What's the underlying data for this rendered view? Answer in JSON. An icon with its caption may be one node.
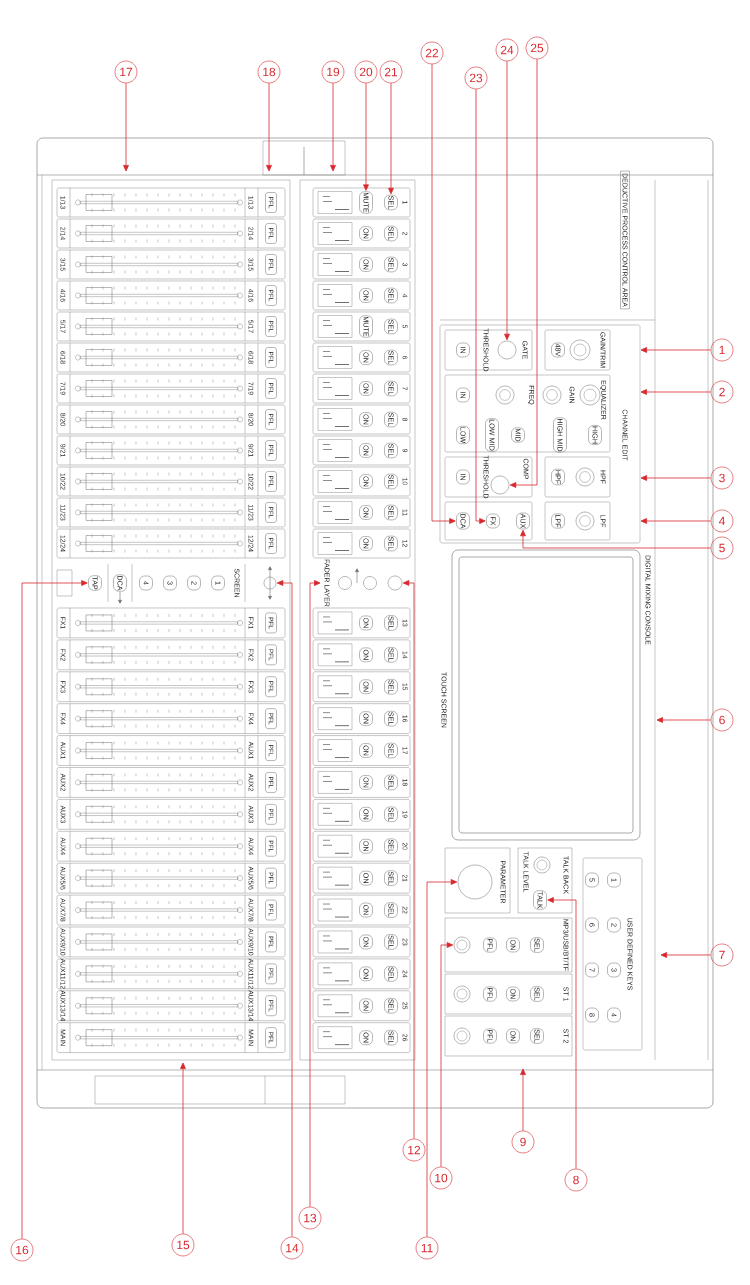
{
  "diagram": {
    "nodes": [
      {
        "text": [
          "1"
        ]
      },
      {
        "text": [
          "2"
        ]
      },
      {
        "text": [
          "3"
        ]
      },
      {
        "text": [
          "4"
        ]
      },
      {
        "text": [
          "5"
        ]
      },
      {
        "text": [
          "6"
        ]
      },
      {
        "text": [
          "7"
        ]
      },
      {
        "text": [
          "8"
        ]
      },
      {
        "text": [
          "9"
        ]
      },
      {
        "text": [
          "10"
        ]
      },
      {
        "text": [
          "11"
        ]
      },
      {
        "text": [
          "12"
        ]
      },
      {
        "text": [
          "13"
        ]
      },
      {
        "text": [
          "14"
        ]
      },
      {
        "text": [
          "15"
        ]
      },
      {
        "text": [
          "16"
        ]
      },
      {
        "text": [
          "17"
        ]
      },
      {
        "text": [
          "18"
        ]
      },
      {
        "text": [
          "19"
        ]
      },
      {
        "text": [
          "20"
        ]
      },
      {
        "text": [
          "21"
        ]
      },
      {
        "text": [
          "22"
        ]
      },
      {
        "text": [
          "23"
        ]
      },
      {
        "text": [
          "24"
        ]
      },
      {
        "text": [
          "25"
        ]
      },
      {
        "text": [
          "TAP"
        ]
      },
      {
        "text": [
          "FADER LAYER"
        ]
      },
      {
        "text": [],
        "shape": "circle"
      },
      {
        "text": [],
        "shape": "circle"
      },
      {
        "text": [
          "DCA"
        ]
      },
      {
        "text": [
          "FX"
        ]
      },
      {
        "text": [
          "AUX"
        ]
      },
      {
        "text": [
          "TALK"
        ]
      },
      {
        "text": [],
        "shape": "circle"
      },
      {
        "text": [],
        "shape": "circle"
      },
      {
        "text": [
          "DCA"
        ]
      },
      {
        "text": [
          "4"
        ]
      },
      {
        "text": [
          "3"
        ]
      },
      {
        "text": [
          "2"
        ]
      },
      {
        "text": [
          "1"
        ]
      },
      {
        "text": [],
        "shape": "circle"
      },
      {
        "text": [],
        "shape": "circle"
      },
      {
        "text": [
          "MUTE"
        ]
      },
      {
        "text": [
          "SEL"
        ]
      },
      {
        "text": [
          "ON"
        ]
      },
      {
        "text": [
          "SEL"
        ]
      },
      {
        "text": [
          "ON"
        ]
      },
      {
        "text": [
          "SEL"
        ]
      },
      {
        "text": [
          "ON"
        ]
      },
      {
        "text": [
          "SEL"
        ]
      },
      {
        "text": [
          "MUTE"
        ]
      },
      {
        "text": [
          "SEL"
        ]
      },
      {
        "text": [
          "ON"
        ]
      },
      {
        "text": [
          "SEL"
        ]
      },
      {
        "text": [
          "ON"
        ]
      },
      {
        "text": [
          "SEL"
        ]
      },
      {
        "text": [
          "ON"
        ]
      },
      {
        "text": [
          "SEL"
        ]
      },
      {
        "text": [
          "ON"
        ]
      },
      {
        "text": [
          "SEL"
        ]
      },
      {
        "text": [
          "ON"
        ]
      },
      {
        "text": [
          "SEL"
        ]
      },
      {
        "text": [
          "ON"
        ]
      },
      {
        "text": [
          "SEL"
        ]
      },
      {
        "text": [
          "ON"
        ]
      },
      {
        "text": [
          "SEL"
        ]
      },
      {
        "text": [
          "ON"
        ]
      },
      {
        "text": [
          "SEL"
        ]
      },
      {
        "text": [
          "ON"
        ]
      },
      {
        "text": [
          "SEL"
        ]
      },
      {
        "text": [
          "ON"
        ]
      },
      {
        "text": [
          "SEL"
        ]
      },
      {
        "text": [
          "ON"
        ]
      },
      {
        "text": [
          "SEL"
        ]
      },
      {
        "text": [
          "ON"
        ]
      },
      {
        "text": [
          "SEL"
        ]
      },
      {
        "text": [
          "ON"
        ]
      },
      {
        "text": [
          "SEL"
        ]
      },
      {
        "text": [
          "ON"
        ]
      },
      {
        "text": [
          "SEL"
        ]
      },
      {
        "text": [
          "ON"
        ]
      },
      {
        "text": [
          "SEL"
        ]
      },
      {
        "text": [
          "ON"
        ]
      },
      {
        "text": [
          "SEL"
        ]
      },
      {
        "text": [
          "ON"
        ]
      },
      {
        "text": [
          "SEL"
        ]
      },
      {
        "text": [
          "ON"
        ]
      },
      {
        "text": [
          "SEL"
        ]
      },
      {
        "text": [
          "ON"
        ]
      },
      {
        "text": [
          "SEL"
        ]
      },
      {
        "text": [
          "ON"
        ]
      },
      {
        "text": [
          "SEL"
        ]
      },
      {
        "text": [
          "ON"
        ]
      },
      {
        "text": [
          "SEL"
        ]
      },
      {
        "text": [
          "IN"
        ]
      },
      {
        "text": [
          "48V"
        ]
      },
      {
        "text": [
          "IN"
        ]
      },
      {
        "text": [
          "LOW"
        ]
      },
      {
        "text": [
          "LOW MID"
        ]
      },
      {
        "text": [
          "MID"
        ]
      },
      {
        "text": [
          "HIGH MID"
        ]
      },
      {
        "text": [
          "HIGH"
        ]
      },
      {
        "text": [
          "IN"
        ]
      },
      {
        "text": [
          "HPF"
        ]
      },
      {
        "text": [
          "LPF"
        ]
      },
      {
        "text": [
          "PFL"
        ]
      },
      {
        "text": [
          "ON"
        ]
      },
      {
        "text": [
          "SEL"
        ]
      },
      {
        "text": [
          "PFL"
        ]
      },
      {
        "text": [
          "ON"
        ]
      },
      {
        "text": [
          "SEL"
        ]
      },
      {
        "text": [
          "PFL"
        ]
      },
      {
        "text": [
          "ON"
        ]
      },
      {
        "text": [
          "SEL"
        ]
      },
      {
        "text": [
          "5"
        ]
      },
      {
        "text": [
          "1"
        ]
      },
      {
        "text": [
          "6"
        ]
      },
      {
        "text": [
          "2"
        ]
      },
      {
        "text": [
          "7"
        ]
      },
      {
        "text": [
          "3"
        ]
      },
      {
        "text": [
          "8"
        ]
      },
      {
        "text": [
          "4"
        ]
      }
    ],
    "edges": [
      {
        "from": 0,
        "to": null,
        "arrow": "to"
      },
      {
        "from": 1,
        "to": null,
        "arrow": "to"
      },
      {
        "from": 2,
        "to": null,
        "arrow": "to"
      },
      {
        "from": 3,
        "to": null,
        "arrow": "to"
      },
      {
        "from": 4,
        "to": 31,
        "arrow": "to"
      },
      {
        "from": 5,
        "to": null,
        "arrow": "to"
      },
      {
        "from": 6,
        "to": null,
        "arrow": "to"
      },
      {
        "from": 7,
        "to": 32,
        "arrow": "to"
      },
      {
        "from": 8,
        "to": null,
        "arrow": "to"
      },
      {
        "from": 9,
        "to": 34,
        "arrow": "to"
      },
      {
        "from": 10,
        "to": 33,
        "arrow": "to"
      },
      {
        "from": 11,
        "to": 27,
        "arrow": "to"
      },
      {
        "from": 12,
        "to": 26,
        "arrow": "to"
      },
      {
        "from": 13,
        "to": 28,
        "arrow": "to"
      },
      {
        "from": 14,
        "to": null,
        "arrow": "to"
      },
      {
        "from": 15,
        "to": 25,
        "arrow": "to"
      },
      {
        "from": 16,
        "to": null,
        "arrow": "to"
      },
      {
        "from": 17,
        "to": null,
        "arrow": "to"
      },
      {
        "from": 18,
        "to": null,
        "arrow": "to"
      },
      {
        "from": 19,
        "to": 42,
        "arrow": "to"
      },
      {
        "from": 20,
        "to": 43,
        "arrow": "to"
      },
      {
        "from": 21,
        "to": 29,
        "arrow": "to"
      },
      {
        "from": 22,
        "to": 30,
        "arrow": "to"
      },
      {
        "from": 23,
        "to": 41,
        "arrow": "to"
      },
      {
        "from": 24,
        "to": 40,
        "arrow": "to"
      }
    ],
    "labels": [
      "1/13",
      "1/13",
      "PFL",
      "2/14",
      "2/14",
      "PFL",
      "3/15",
      "3/15",
      "PFL",
      "4/16",
      "4/16",
      "PFL",
      "5/17",
      "5/17",
      "PFL",
      "6/18",
      "6/18",
      "PFL",
      "7/19",
      "7/19",
      "PFL",
      "8/20",
      "8/20",
      "PFL",
      "9/21",
      "9/21",
      "PFL",
      "10/22",
      "10/22",
      "PFL",
      "11/23",
      "11/23",
      "PFL",
      "12/24",
      "12/24",
      "PFL",
      "SCREEN",
      "FX1",
      "FX1",
      "PFL",
      "FX2",
      "FX2",
      "PFL",
      "FX3",
      "FX3",
      "PFL",
      "FX4",
      "FX4",
      "PFL",
      "AUX1",
      "AUX1",
      "PFL",
      "AUX2",
      "AUX2",
      "PFL",
      "AUX3",
      "AUX3",
      "PFL",
      "AUX4",
      "AUX4",
      "PFL",
      "AUX5/6",
      "AUX5/6",
      "PFL",
      "AUX7/8",
      "AUX7/8",
      "PFL",
      "AUX9/10",
      "AUX9/10",
      "PFL",
      "AUX11/12",
      "AUX11/12",
      "PFL",
      "AUX13/14",
      "AUX13/14",
      "PFL",
      "MAIN",
      "MAIN",
      "PFL",
      "1",
      "2",
      "3",
      "4",
      "5",
      "6",
      "7",
      "8",
      "9",
      "10",
      "11",
      "12",
      "13",
      "14",
      "15",
      "16",
      "17",
      "18",
      "19",
      "20",
      "21",
      "22",
      "23",
      "24",
      "25",
      "26",
      "DEDUCTIVE PROCESS CONTROL AREA",
      "THRESHOLD",
      "GATE",
      "GAIN/TRIM",
      "FREQ",
      "GAIN",
      "EQUALIZER",
      "CHANNEL EDIT",
      "THRESHOLD",
      "COMP",
      "HPF",
      "LPF",
      "DIGITAL MIXING CONSOLE",
      "TOUCH SCREEN",
      "PARAMETER",
      "TALK LEVEL",
      "TALK BACK",
      "MP3/USB/BT/TF",
      "ST 1",
      "ST 2",
      "USER DEFINED KEYS"
    ]
  }
}
